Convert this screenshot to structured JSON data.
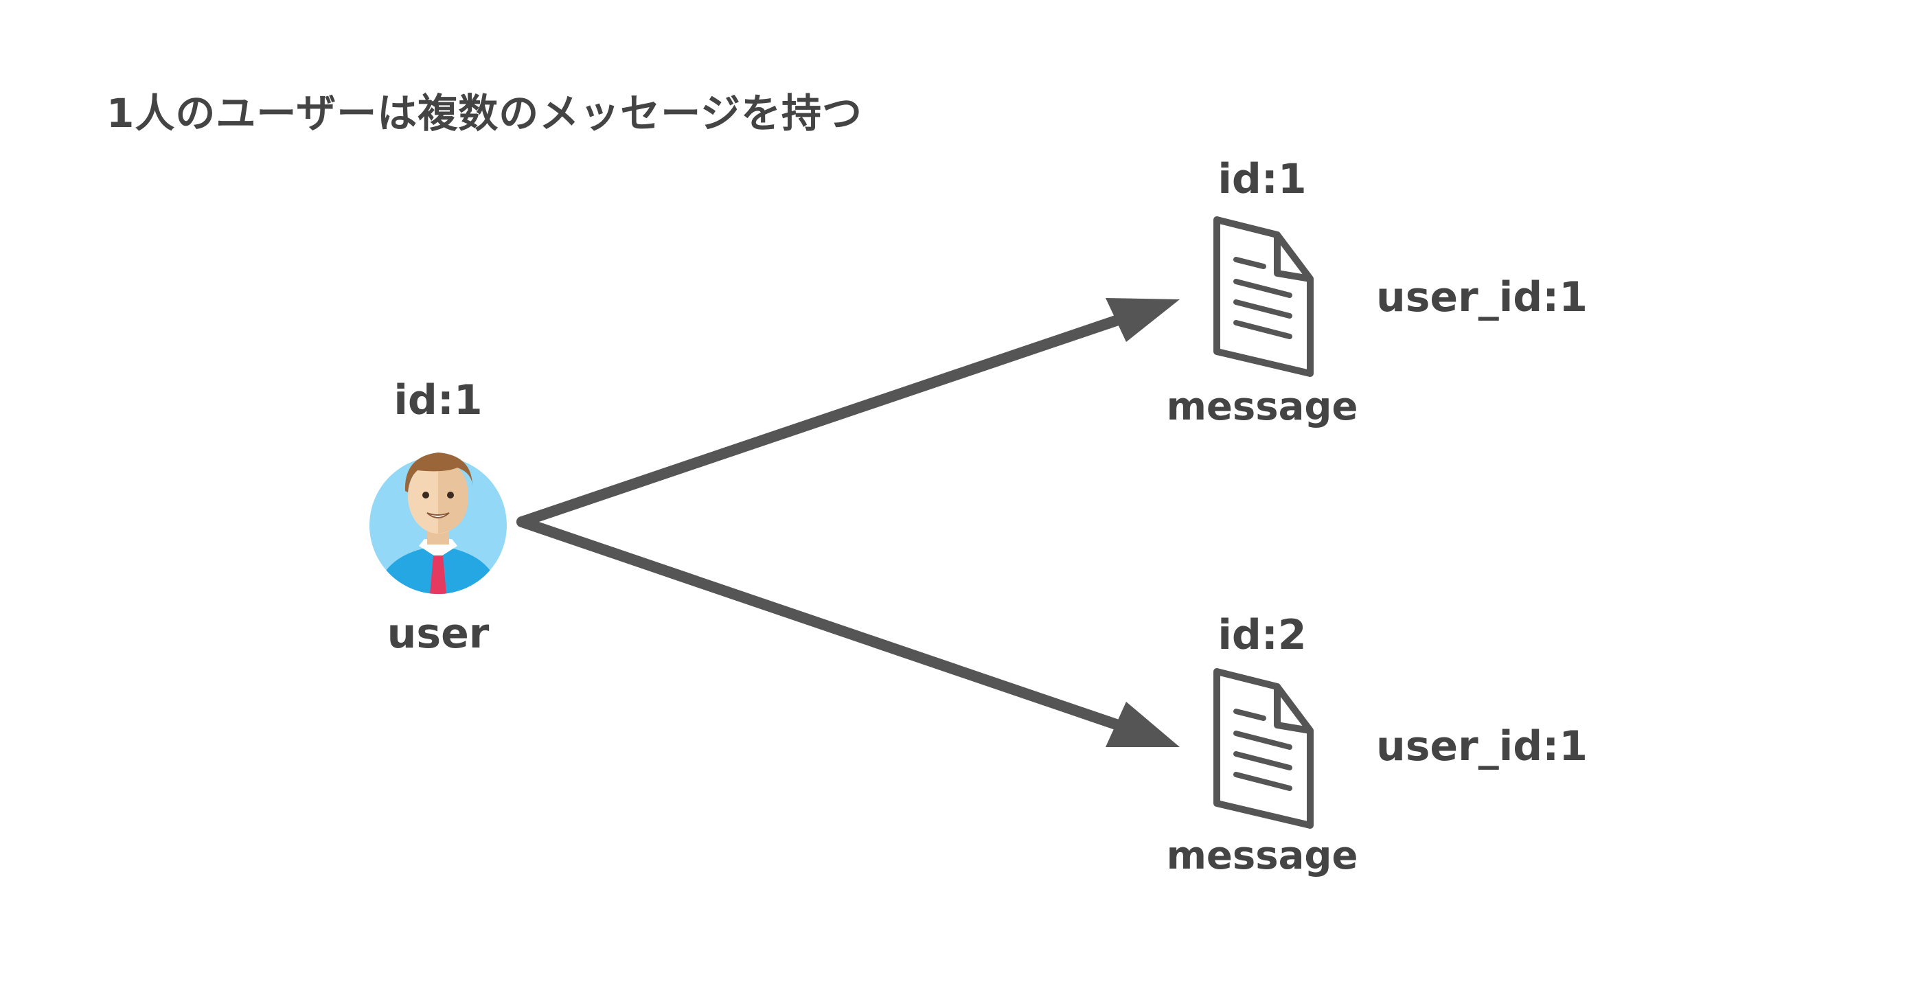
{
  "title": "1人のユーザーは複数のメッセージを持つ",
  "user": {
    "id_label": "id:1",
    "name_label": "user",
    "icon": "user-avatar-icon"
  },
  "messages": [
    {
      "id_label": "id:1",
      "name_label": "message",
      "fk_label": "user_id:1",
      "icon": "document-icon"
    },
    {
      "id_label": "id:2",
      "name_label": "message",
      "fk_label": "user_id:1",
      "icon": "document-icon"
    }
  ],
  "colors": {
    "text": "#444444",
    "arrow": "#555555",
    "avatar_bg": "#93d8f6",
    "shirt": "#25a7e4",
    "tie": "#e53960",
    "hair": "#9a6538",
    "skin": "#f5d6b4"
  }
}
